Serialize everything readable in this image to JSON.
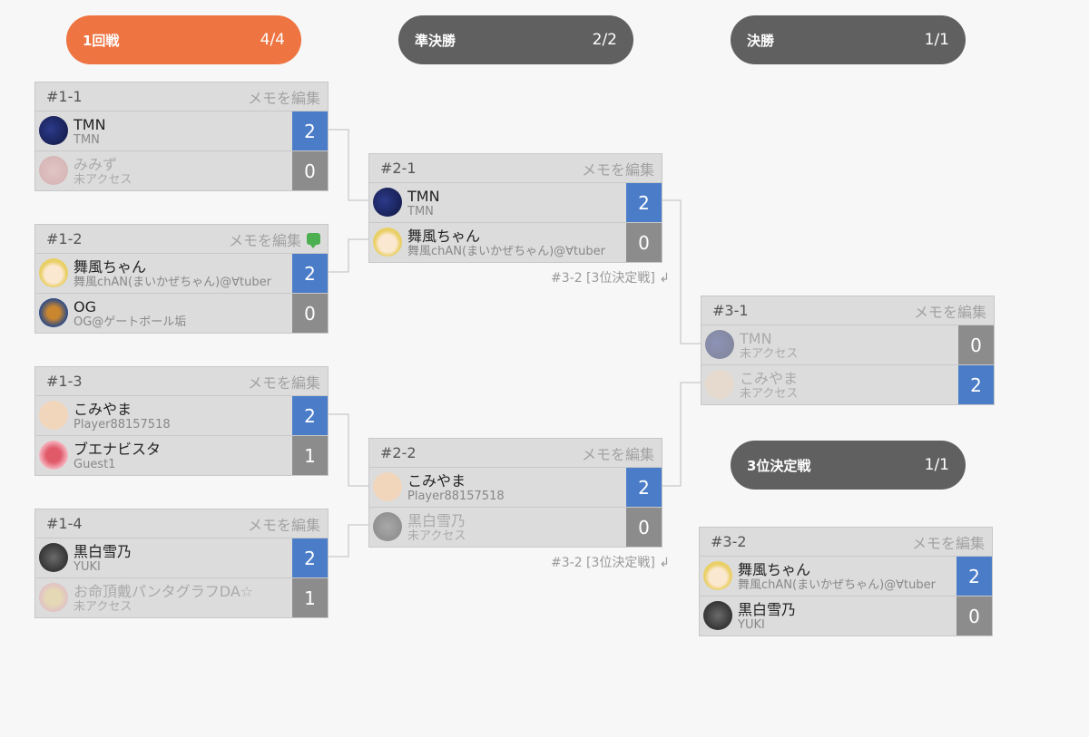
{
  "rounds": [
    {
      "label": "1回戦",
      "count": "4/4"
    },
    {
      "label": "準決勝",
      "count": "2/2"
    },
    {
      "label": "決勝",
      "count": "1/1"
    },
    {
      "label": "3位決定戦",
      "count": "1/1"
    }
  ],
  "memo_label": "メモを編集",
  "matches": {
    "m11": {
      "id": "#1-1",
      "p1": {
        "name": "TMN",
        "sub": "TMN",
        "score": "2"
      },
      "p2": {
        "name": "みみず",
        "sub": "未アクセス",
        "score": "0"
      }
    },
    "m12": {
      "id": "#1-2",
      "p1": {
        "name": "舞風ちゃん",
        "sub": "舞風chAN(まいかぜちゃん)@∀tuber",
        "score": "2"
      },
      "p2": {
        "name": "OG",
        "sub": "OG@ゲートボール垢",
        "score": "0"
      }
    },
    "m13": {
      "id": "#1-3",
      "p1": {
        "name": "こみやま",
        "sub": "Player88157518",
        "score": "2"
      },
      "p2": {
        "name": "ブエナビスタ",
        "sub": "Guest1",
        "score": "1"
      }
    },
    "m14": {
      "id": "#1-4",
      "p1": {
        "name": "黒白雪乃",
        "sub": "YUKI",
        "score": "2"
      },
      "p2": {
        "name": "お命頂戴パンタグラフDA☆",
        "sub": "未アクセス",
        "score": "1"
      }
    },
    "m21": {
      "id": "#2-1",
      "p1": {
        "name": "TMN",
        "sub": "TMN",
        "score": "2"
      },
      "p2": {
        "name": "舞風ちゃん",
        "sub": "舞風chAN(まいかぜちゃん)@∀tuber",
        "score": "0"
      }
    },
    "m22": {
      "id": "#2-2",
      "p1": {
        "name": "こみやま",
        "sub": "Player88157518",
        "score": "2"
      },
      "p2": {
        "name": "黒白雪乃",
        "sub": "未アクセス",
        "score": "0"
      }
    },
    "m31": {
      "id": "#3-1",
      "p1": {
        "name": "TMN",
        "sub": "未アクセス",
        "score": "0"
      },
      "p2": {
        "name": "こみやま",
        "sub": "未アクセス",
        "score": "2"
      }
    },
    "m32": {
      "id": "#3-2",
      "p1": {
        "name": "舞風ちゃん",
        "sub": "舞風chAN(まいかぜちゃん)@∀tuber",
        "score": "2"
      },
      "p2": {
        "name": "黒白雪乃",
        "sub": "YUKI",
        "score": "0"
      }
    }
  },
  "loser_link": "#3-2 [3位決定戦] ↲",
  "colors": {
    "active_round": "#ee7441",
    "round": "#606060",
    "win_score": "#4a7cc8",
    "lose_score": "#8c8c8c"
  }
}
